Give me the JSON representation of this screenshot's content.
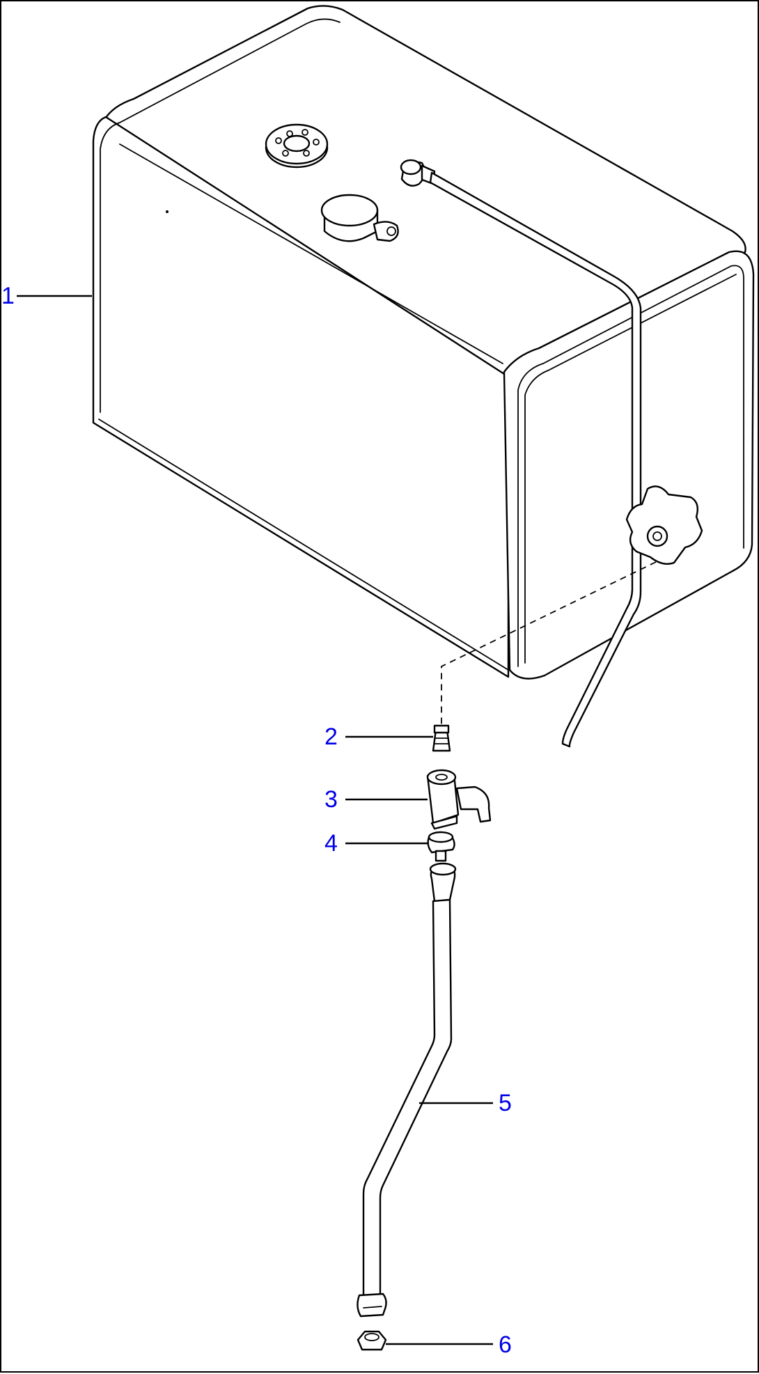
{
  "diagram": {
    "type": "exploded parts illustration",
    "callouts": [
      {
        "number": "1"
      },
      {
        "number": "2"
      },
      {
        "number": "3"
      },
      {
        "number": "4"
      },
      {
        "number": "5"
      },
      {
        "number": "6"
      }
    ],
    "colors": {
      "line": "#000000",
      "callout_text": "#0000e6",
      "background": "#ffffff"
    }
  }
}
